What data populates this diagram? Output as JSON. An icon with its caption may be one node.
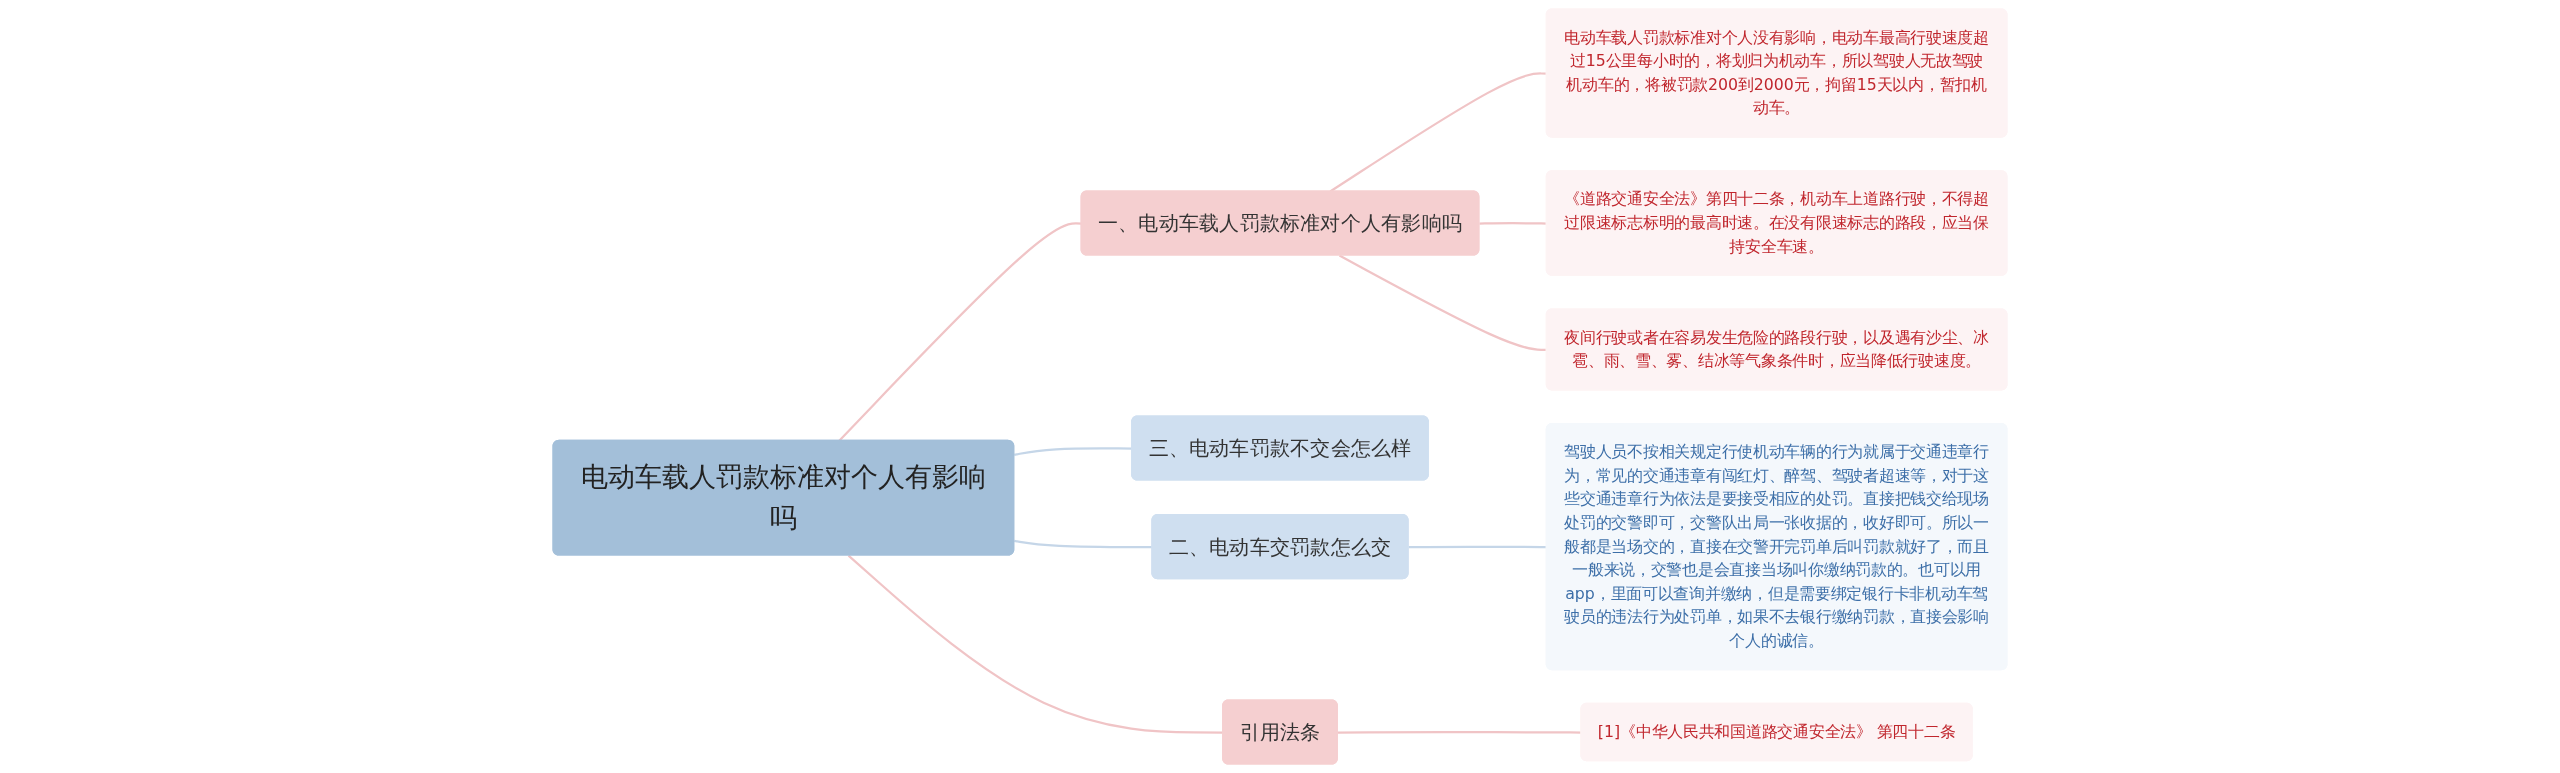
{
  "diagram": {
    "nodes": [
      {
        "text": [
          "电动车载人罚款标准对个人有影响吗"
        ]
      },
      {
        "text": [
          "一、电动车载人罚款标准对个人有影响吗"
        ]
      },
      {
        "text": [
          "电动车载人罚款标准对个人没有影响，电动车最高行驶速度超过15公里每小时的，将划归为机动车，所以驾驶人无故驾驶机动车的，将被罚款200到2000元，拘留15天以内，暂扣机动车。"
        ]
      },
      {
        "text": [
          "《道路交通安全法》第四十二条，机动车上道路行驶，不得超过限速标志标明的最高时速。在没有限速标志的路段，应当保持安全车速。"
        ]
      },
      {
        "text": [
          "夜间行驶或者在容易发生危险的路段行驶，以及遇有沙尘、冰雹、雨、雪、雾、结冰等气象条件时，应当降低行驶速度。"
        ]
      },
      {
        "text": [
          "三、电动车罚款不交会怎么样"
        ]
      },
      {
        "text": [
          "二、电动车交罚款怎么交"
        ]
      },
      {
        "text": [
          "驾驶人员不按相关规定行使机动车辆的行为就属于交通违章行为，常见的交通违章有闯红灯、醉驾、驾驶者超速等，对于这些交通违章行为依法是要接受相应的处罚。直接把钱交给现场处罚的交警即可，交警队出局一张收据的，收好即可。所以一般都是当场交的，直接在交警开完罚单后叫罚款就好了，而且一般来说，交警也是会直接当场叫你缴纳罚款的。也可以用app，里面可以查询并缴纳，但是需要绑定银行卡非机动车驾驶员的违法行为处罚单，如果不去银行缴纳罚款，直接会影响个人的诚信。"
        ]
      },
      {
        "text": [
          "引用法条"
        ]
      },
      {
        "text": [
          "[1]《中华人民共和国道路交通安全法》 第四十二条"
        ]
      }
    ],
    "edges": [
      {
        "from": 0,
        "to": 1,
        "arrow": "none"
      },
      {
        "from": 1,
        "to": 2,
        "arrow": "none"
      },
      {
        "from": 1,
        "to": 3,
        "arrow": "none"
      },
      {
        "from": 1,
        "to": 4,
        "arrow": "none"
      },
      {
        "from": 0,
        "to": 5,
        "arrow": "none",
        "color": "#c5d6e8"
      },
      {
        "from": 0,
        "to": 6,
        "arrow": "none",
        "color": "#c5d6e8"
      },
      {
        "from": 6,
        "to": 7,
        "arrow": "none",
        "color": "#c5d6e8"
      },
      {
        "from": 0,
        "to": 8,
        "arrow": "none"
      },
      {
        "from": 8,
        "to": 9,
        "arrow": "none"
      }
    ]
  }
}
